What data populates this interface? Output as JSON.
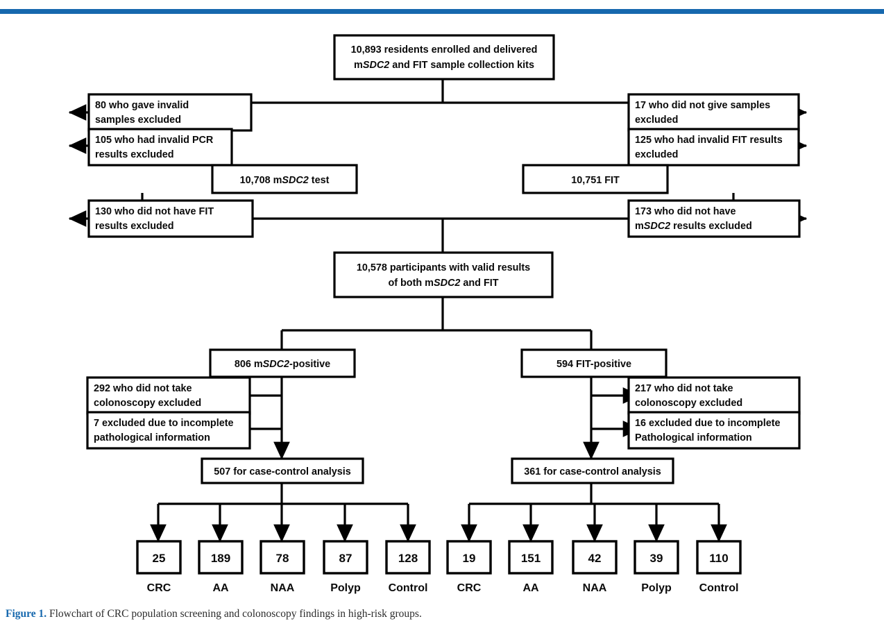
{
  "figure": {
    "label": "Figure 1.",
    "caption": " Flowchart of CRC population screening and colonoscopy findings in high-risk groups.",
    "accent_color": "#1668ae"
  },
  "chart_data": {
    "type": "diagram",
    "title": "Flowchart of CRC population screening and colonoscopy findings in high-risk groups",
    "nodes": {
      "enrolled": {
        "line1": "10,893 residents enrolled and delivered",
        "line2_pre": "m",
        "line2_ital": "SDC2",
        "line2_post": " and FIT sample collection kits",
        "value": 10893
      },
      "excl_invalid_samples": {
        "line1": "80 who gave invalid",
        "line2": "samples excluded",
        "value": 80
      },
      "excl_invalid_pcr": {
        "line1": "105 who had invalid PCR",
        "line2": "results excluded",
        "value": 105
      },
      "excl_no_samples": {
        "line1": "17 who did not give samples",
        "line2": "excluded",
        "value": 17
      },
      "excl_invalid_fit": {
        "line1": "125 who had invalid FIT results",
        "line2": "excluded",
        "value": 125
      },
      "msdc2_test": {
        "pre": "10,708 m",
        "ital": "SDC2",
        "post": " test",
        "value": 10708
      },
      "fit_test": {
        "text": "10,751 FIT",
        "value": 10751
      },
      "excl_no_fit_results": {
        "line1": "130 who did not have FIT",
        "line2": "results excluded",
        "value": 130
      },
      "excl_no_msdc2_results": {
        "line1": "173 who did not have",
        "line2_pre": "m",
        "line2_ital": "SDC2",
        "line2_post": " results excluded",
        "value": 173
      },
      "both_valid": {
        "line1": "10,578 participants with valid results",
        "line2_pre": "of both m",
        "line2_ital": "SDC2",
        "line2_post": " and FIT",
        "value": 10578
      },
      "msdc2_positive": {
        "pre": "806 m",
        "ital": "SDC2",
        "post": "-positive",
        "value": 806
      },
      "fit_positive": {
        "text": "594 FIT-positive",
        "value": 594
      },
      "excl_left_no_colo": {
        "line1": "292 who did not take",
        "line2": "colonoscopy excluded",
        "value": 292
      },
      "excl_left_incomplete": {
        "line1": "7 excluded due to incomplete",
        "line2": "pathological information",
        "value": 7
      },
      "excl_right_no_colo": {
        "line1": "217 who did not take",
        "line2": "colonoscopy excluded",
        "value": 217
      },
      "excl_right_incomplete": {
        "line1": "16 excluded due to incomplete",
        "line2": "Pathological information",
        "value": 16
      },
      "left_analysis": {
        "text": "507 for case-control analysis",
        "value": 507
      },
      "right_analysis": {
        "text": "361 for case-control analysis",
        "value": 361
      }
    },
    "outcome_groups": [
      {
        "branch": "mSDC2-positive",
        "categories": [
          "CRC",
          "AA",
          "NAA",
          "Polyp",
          "Control"
        ],
        "values": [
          25,
          189,
          78,
          87,
          128
        ]
      },
      {
        "branch": "FIT-positive",
        "categories": [
          "CRC",
          "AA",
          "NAA",
          "Polyp",
          "Control"
        ],
        "values": [
          19,
          151,
          42,
          39,
          110
        ]
      }
    ]
  }
}
